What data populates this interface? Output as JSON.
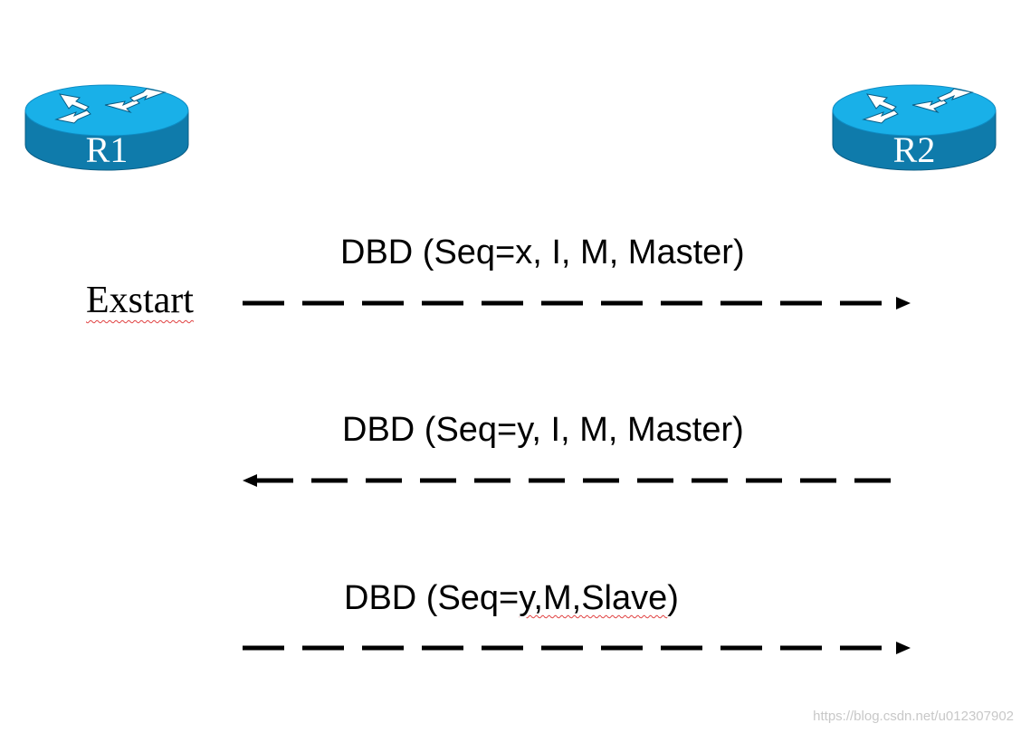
{
  "routers": {
    "r1": {
      "label": "R1",
      "icon": "router-icon"
    },
    "r2": {
      "label": "R2",
      "icon": "router-icon"
    }
  },
  "state_label": "Exstart",
  "messages": [
    {
      "text": "DBD (Seq=x, I, M, Master)",
      "direction": "R1-to-R2"
    },
    {
      "text": "DBD (Seq=y, I, M, Master)",
      "direction": "R2-to-R1"
    },
    {
      "prefix": "DBD (Seq=",
      "underlined": "y,M,Slave",
      "suffix": ")",
      "direction": "R1-to-R2"
    }
  ],
  "watermark": "https://blog.csdn.net/u012307902",
  "colors": {
    "router_top": "#19b0e8",
    "router_side": "#0f7bab",
    "arrow": "#000000",
    "spellcheck": "#e04040"
  }
}
